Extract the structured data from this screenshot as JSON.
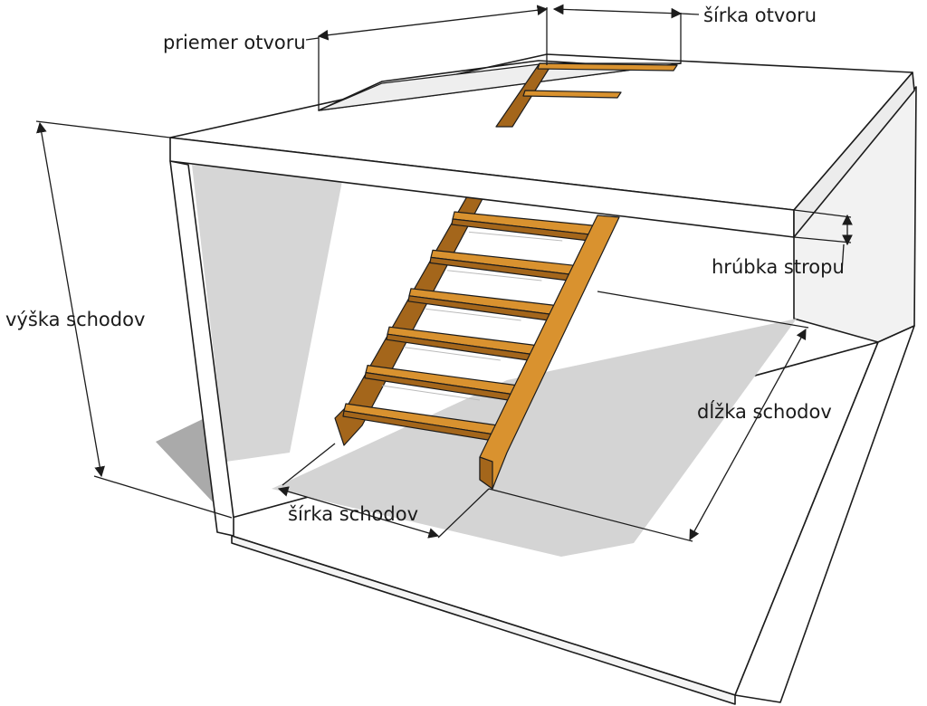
{
  "labels": {
    "opening_diameter": "priemer otvoru",
    "opening_width": "šírka otvoru",
    "ceiling_thickness": "hrúbka stropu",
    "stair_height": "výška schodov",
    "stair_length": "dĺžka schodov",
    "stair_width": "šírka schodov"
  },
  "colors": {
    "wall": "#ffffff",
    "shadow": "#d4d4d4",
    "shadow_dark": "#aaaaaa",
    "wood_light": "#d9922f",
    "wood_dark": "#a4661b",
    "outline": "#1c1c1c"
  },
  "stair": {
    "steps_below": 6,
    "steps_above": 2
  }
}
